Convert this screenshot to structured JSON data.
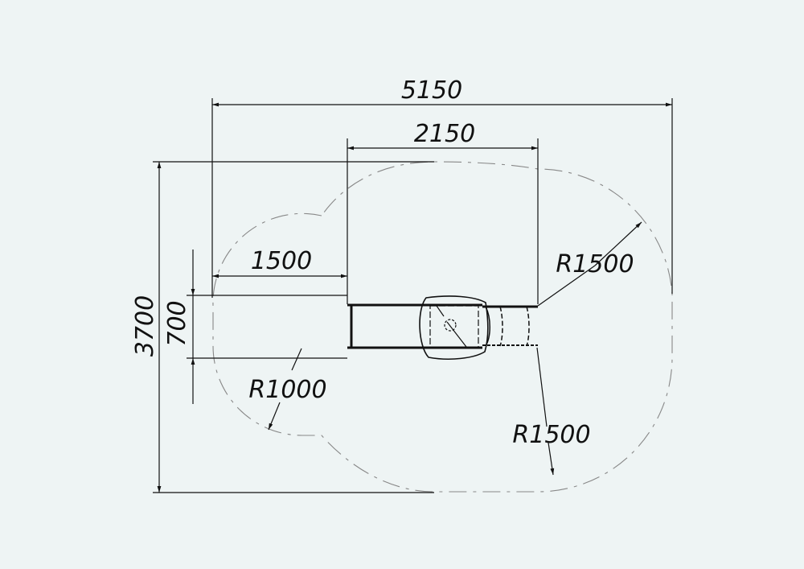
{
  "drawing": {
    "dimensions": {
      "overall_width": "5150",
      "equipment_width": "2150",
      "left_offset": "1500",
      "overall_depth": "3700",
      "equipment_depth": "700",
      "radius_top_right": "R1500",
      "radius_bottom_right": "R1500",
      "radius_left": "R1000"
    },
    "colors": {
      "background": "#eef4f4",
      "line": "#111111",
      "safety_zone": "#888888"
    }
  }
}
